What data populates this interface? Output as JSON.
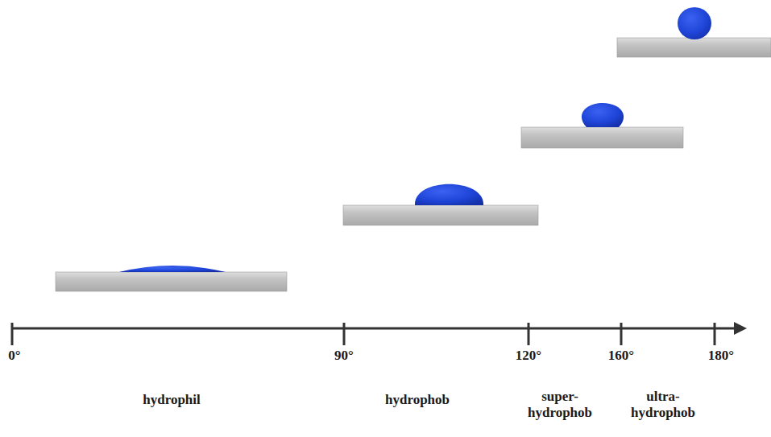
{
  "diagram": {
    "labels": [
      "0°",
      "90°",
      "120°",
      "160°",
      "180°",
      "hydrophil",
      "hydrophob",
      "super- hydrophob",
      "ultra- hydrophob"
    ]
  }
}
